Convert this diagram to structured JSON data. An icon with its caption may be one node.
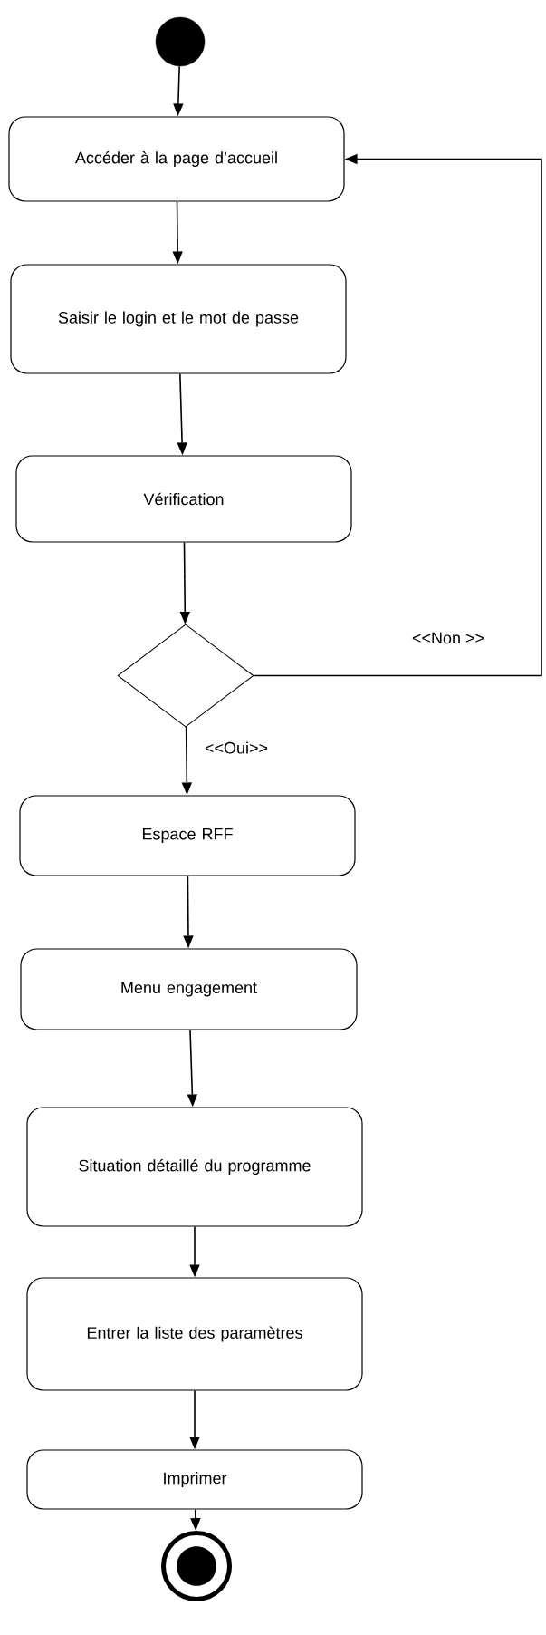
{
  "diagram": {
    "nodes": [
      {
        "text": [],
        "shape": "circle"
      },
      {
        "text": [
          "Accéder à la page d’accueil"
        ]
      },
      {
        "text": [
          "Saisir le login et le mot de passe"
        ]
      },
      {
        "text": [
          "Vérification"
        ]
      },
      {
        "text": [],
        "shape": "diamond"
      },
      {
        "text": [
          "Espace RFF"
        ]
      },
      {
        "text": [
          "Menu engagement"
        ]
      },
      {
        "text": [
          "Situation détaillé du programme"
        ]
      },
      {
        "text": [
          "Entrer la liste des paramètres"
        ]
      },
      {
        "text": [
          "Imprimer"
        ]
      },
      {
        "text": [],
        "shape": "bullseye"
      }
    ],
    "edges": [
      {
        "from": 0,
        "to": 1,
        "arrow": "to"
      },
      {
        "from": 1,
        "to": 2,
        "arrow": "to"
      },
      {
        "from": 2,
        "to": 3,
        "arrow": "to"
      },
      {
        "from": 3,
        "to": 4,
        "arrow": "to"
      },
      {
        "from": 4,
        "to": 5,
        "arrow": "to",
        "label": "<<Oui>>"
      },
      {
        "from": 5,
        "to": 6,
        "arrow": "to"
      },
      {
        "from": 6,
        "to": 7,
        "arrow": "to"
      },
      {
        "from": 7,
        "to": 8,
        "arrow": "to"
      },
      {
        "from": 8,
        "to": 9,
        "arrow": "to"
      },
      {
        "from": 9,
        "to": 10,
        "arrow": "to"
      },
      {
        "from": 4,
        "to": 1,
        "arrow": "to",
        "label": "<<Non >>"
      }
    ]
  }
}
